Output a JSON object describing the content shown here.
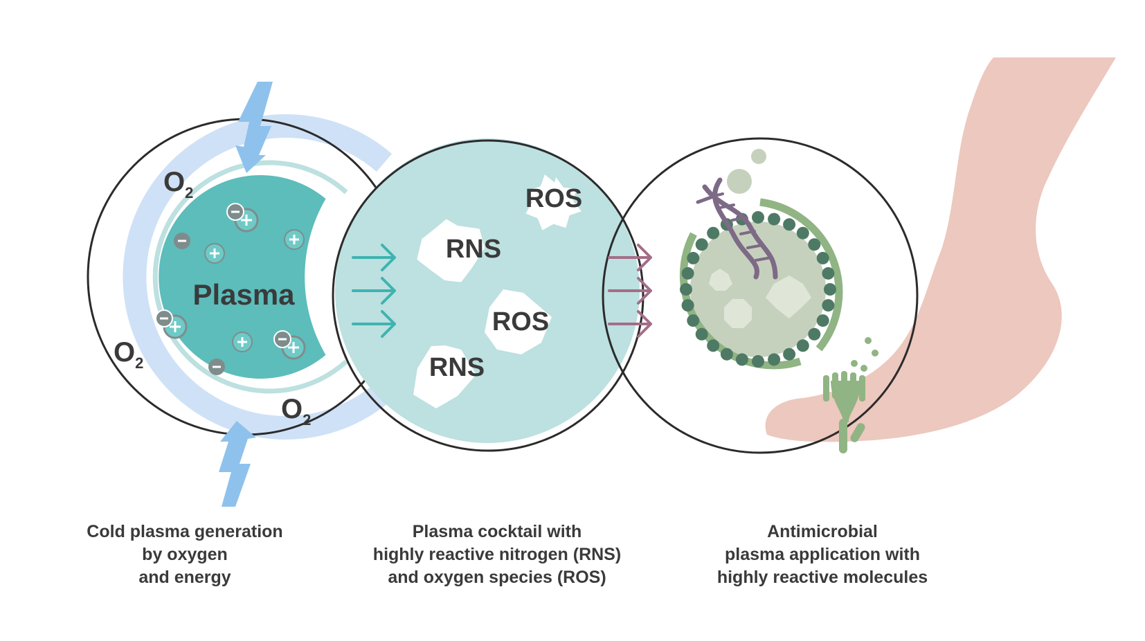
{
  "colors": {
    "ring_blue": "#cfe1f6",
    "bolt_blue": "#8ec2ec",
    "plasma_teal": "#5cbdbb",
    "pale_teal": "#bde0e0",
    "ion_gray": "#7f8c8c",
    "arrow_teal": "#3fb3b0",
    "arrow_mauve": "#a36e87",
    "microbe_green": "#90b483",
    "dot_green": "#4e7a65",
    "cell_fill": "#c6d1bd",
    "dna_purple": "#7d6a86",
    "foot_pink": "#ecc8be",
    "outline": "#2b2b2b"
  },
  "stage1": {
    "molecules": [
      {
        "base": "O",
        "sub": "2"
      },
      {
        "base": "O",
        "sub": "2"
      },
      {
        "base": "O",
        "sub": "2"
      }
    ],
    "center_label": "Plasma",
    "caption": [
      "Cold plasma generation",
      "by oxygen",
      "and energy"
    ]
  },
  "stage2": {
    "species": [
      "ROS",
      "RNS",
      "ROS",
      "RNS"
    ],
    "caption": [
      "Plasma cocktail with",
      "highly reactive nitrogen (RNS)",
      "and oxygen species (ROS)"
    ]
  },
  "stage3": {
    "caption": [
      "Antimicrobial",
      "plasma application with",
      "highly reactive molecules"
    ]
  }
}
